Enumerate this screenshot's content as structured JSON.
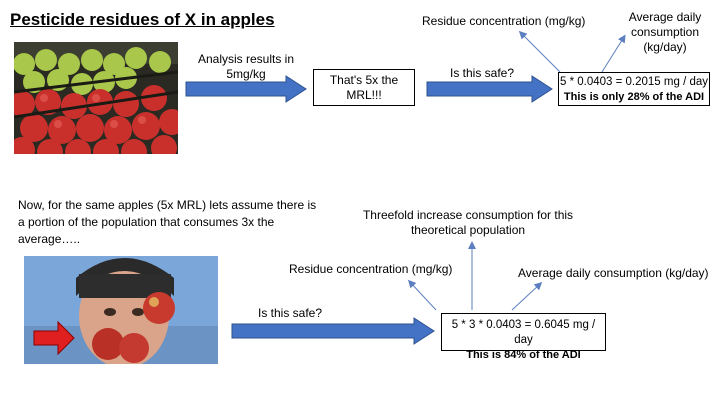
{
  "title": "Pesticide residues of X in apples",
  "top": {
    "analysis_label": "Analysis results in 5mg/kg",
    "mrl_box": "That's 5x the MRL!!!",
    "safe_question": "Is this safe?",
    "residue_label": "Residue concentration (mg/kg)",
    "consumption_label": "Average daily consumption (kg/day)",
    "calc_line": "5 * 0.0403 = 0.2015 mg / day",
    "calc_result": "This is only 28% of the ADI"
  },
  "bottom": {
    "intro_text": "Now, for the same apples (5x MRL) lets assume there is a portion of the population that consumes 3x the average…..",
    "threefold_label": "Threefold increase consumption for this theoretical population",
    "residue_label": "Residue concentration (mg/kg)",
    "consumption_label": "Average daily consumption (kg/day)",
    "safe_question": "Is this safe?",
    "calc_line": "5 * 3 * 0.0403 = 0.6045 mg / day",
    "calc_result": "This is 84% of the ADI"
  },
  "colors": {
    "arrow_fill": "#4472c4",
    "arrow_stroke": "#2f528f",
    "thin_arrow": "#5b7fbf",
    "red_arrow": "#e02020"
  }
}
